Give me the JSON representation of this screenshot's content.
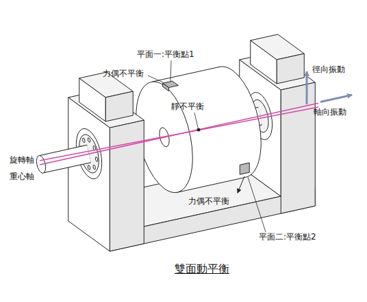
{
  "diagram": {
    "caption": "雙面動平衡",
    "labels": [
      "平面一:平衡點1",
      "力偶不平衡",
      "靜不平衡",
      "徑向振動",
      "軸向振動",
      "旋轉軸",
      "重心軸",
      "力偶不平衡",
      "平面二:平衡點2"
    ]
  }
}
